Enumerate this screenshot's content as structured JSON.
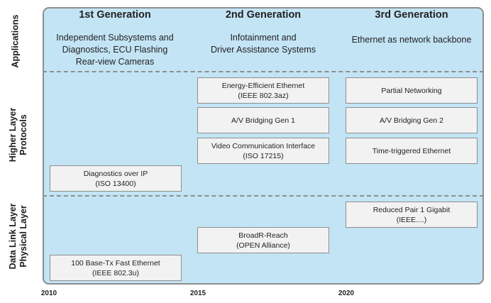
{
  "layers": {
    "applications": [
      "Applications"
    ],
    "higher": [
      "Higher Layer",
      "Protocols"
    ],
    "datalink": [
      "Data Link Layer",
      "Physical Layer"
    ]
  },
  "generations": [
    "1st Generation",
    "2nd Generation",
    "3rd Generation"
  ],
  "applications_text": [
    [
      "Independent Subsystems and",
      "Diagnostics, ECU Flashing",
      "Rear-view Cameras"
    ],
    [
      "Infotainment and",
      "Driver Assistance Systems"
    ],
    [
      "Ethernet as network backbone"
    ]
  ],
  "boxes": {
    "eee": [
      "Energy-Efficient Ethernet",
      "(IEEE 802.3az)"
    ],
    "avb1": [
      "A/V Bridging Gen 1"
    ],
    "vci": [
      "Video Communication Interface",
      "(ISO 17215)"
    ],
    "diag": [
      "Diagnostics over IP",
      "(ISO 13400)"
    ],
    "pn": [
      "Partial Networking"
    ],
    "avb2": [
      "A/V Bridging Gen 2"
    ],
    "tte": [
      "Time-triggered Ethernet"
    ],
    "rpg": [
      "Reduced Pair 1 Gigabit",
      "(IEEE....)"
    ],
    "broadr": [
      "BroadR-Reach",
      "(OPEN Alliance)"
    ],
    "fe": [
      "100 Base-Tx Fast Ethernet",
      "(IEEE 802.3u)"
    ]
  },
  "timeline": [
    "2010",
    "2015",
    "2020"
  ],
  "colors": {
    "panel_fill": "#c3e4f5",
    "panel_border": "#8e8e8e",
    "box_fill": "#f2f2f2"
  }
}
